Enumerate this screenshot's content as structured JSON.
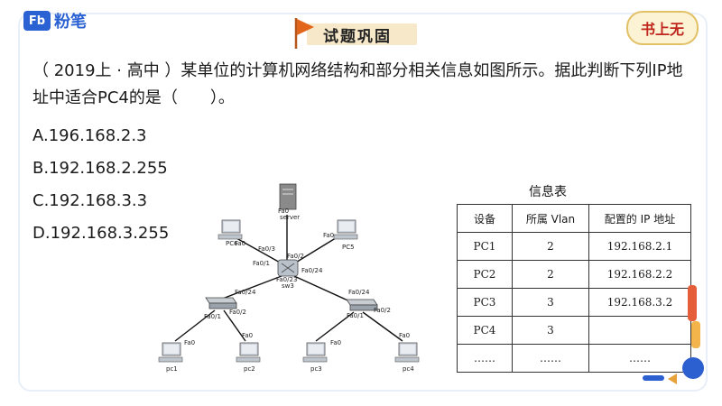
{
  "brand": {
    "mark": "Fb",
    "name": "粉笔"
  },
  "header": {
    "title": "试题巩固",
    "stamp": "书上无"
  },
  "question": "（ 2019上 · 高中 ）某单位的计算机网络结构和部分相关信息如图所示。据此判断下列IP地址中适合PC4的是（　　）。",
  "options": [
    "A.196.168.2.3",
    "B.192.168.2.255",
    "C.192.168.3.3",
    "D.192.168.3.255"
  ],
  "info_table": {
    "title": "信息表",
    "headers": [
      "设备",
      "所属 Vlan",
      "配置的 IP 地址"
    ],
    "rows": [
      [
        "PC1",
        "2",
        "192.168.2.1"
      ],
      [
        "PC2",
        "2",
        "192.168.2.2"
      ],
      [
        "PC3",
        "3",
        "192.168.3.2"
      ],
      [
        "PC4",
        "3",
        ""
      ],
      [
        "……",
        "……",
        "……"
      ]
    ]
  },
  "topology": {
    "labels": {
      "server_port": "Fa0",
      "server": "server",
      "pc6_port": "Fa0",
      "pc6": "PC6",
      "pc5_port": "Fa0",
      "pc5": "PC5",
      "sw3_p3": "Fa0/3",
      "sw3_p2": "Fa0/2",
      "sw3_p1": "Fa0/1",
      "sw3_p24": "Fa0/24",
      "sw3_p23": "Fa0/23",
      "sw3": "sw3",
      "swl_p24": "Fa0/24",
      "swl_p1": "Fa0/1",
      "swl_p2": "Fa0/2",
      "swr_p24": "Fa0/24",
      "swr_p1": "Fa0/1",
      "swr_p2": "Fa0/2",
      "pc1_port": "Fa0",
      "pc2_port": "Fa0",
      "pc3_port": "Fa0",
      "pc4_port": "Fa0",
      "pc1": "pc1",
      "pc2": "pc2",
      "pc3": "pc3",
      "pc4": "pc4"
    }
  },
  "colors": {
    "brand": "#2a61d3",
    "title_bg": "#f6e8c9",
    "flag": "#e2651c",
    "stamp_text": "#c0261e"
  }
}
